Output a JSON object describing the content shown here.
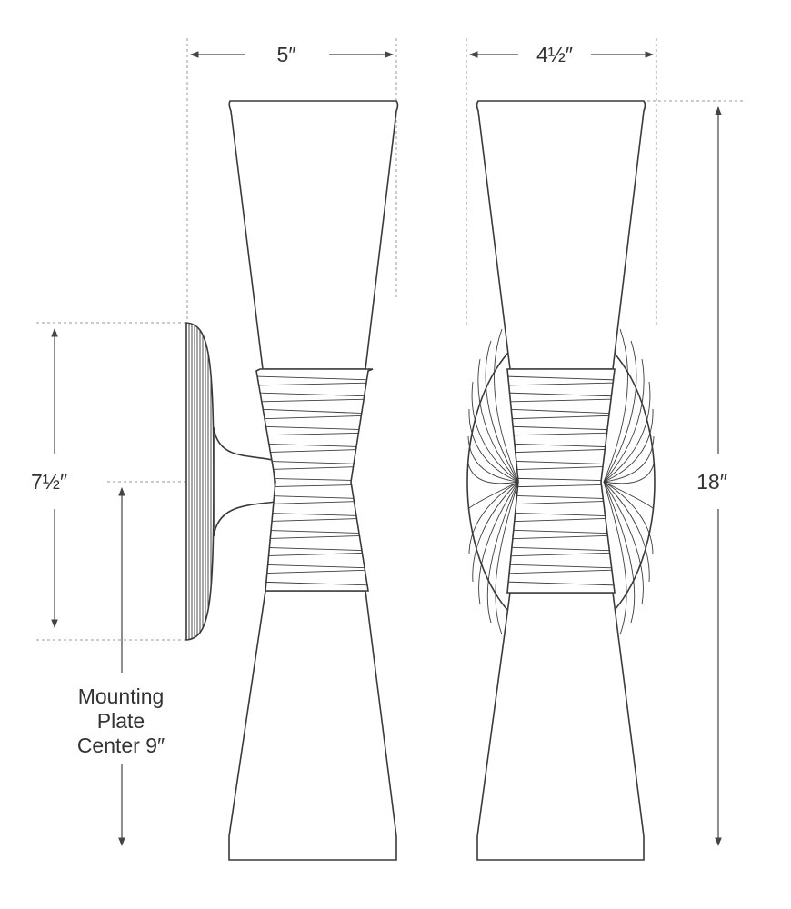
{
  "labels": {
    "width_side": "5″",
    "width_front": "4½″",
    "height_total": "18″",
    "plate_height": "7½″",
    "mounting_line1": "Mounting",
    "mounting_line2": "Plate",
    "mounting_line3": "Center 9″"
  },
  "colors": {
    "line": "#3a3a3a",
    "guide": "#9a9a9a",
    "text": "#333333",
    "background": "#ffffff"
  }
}
